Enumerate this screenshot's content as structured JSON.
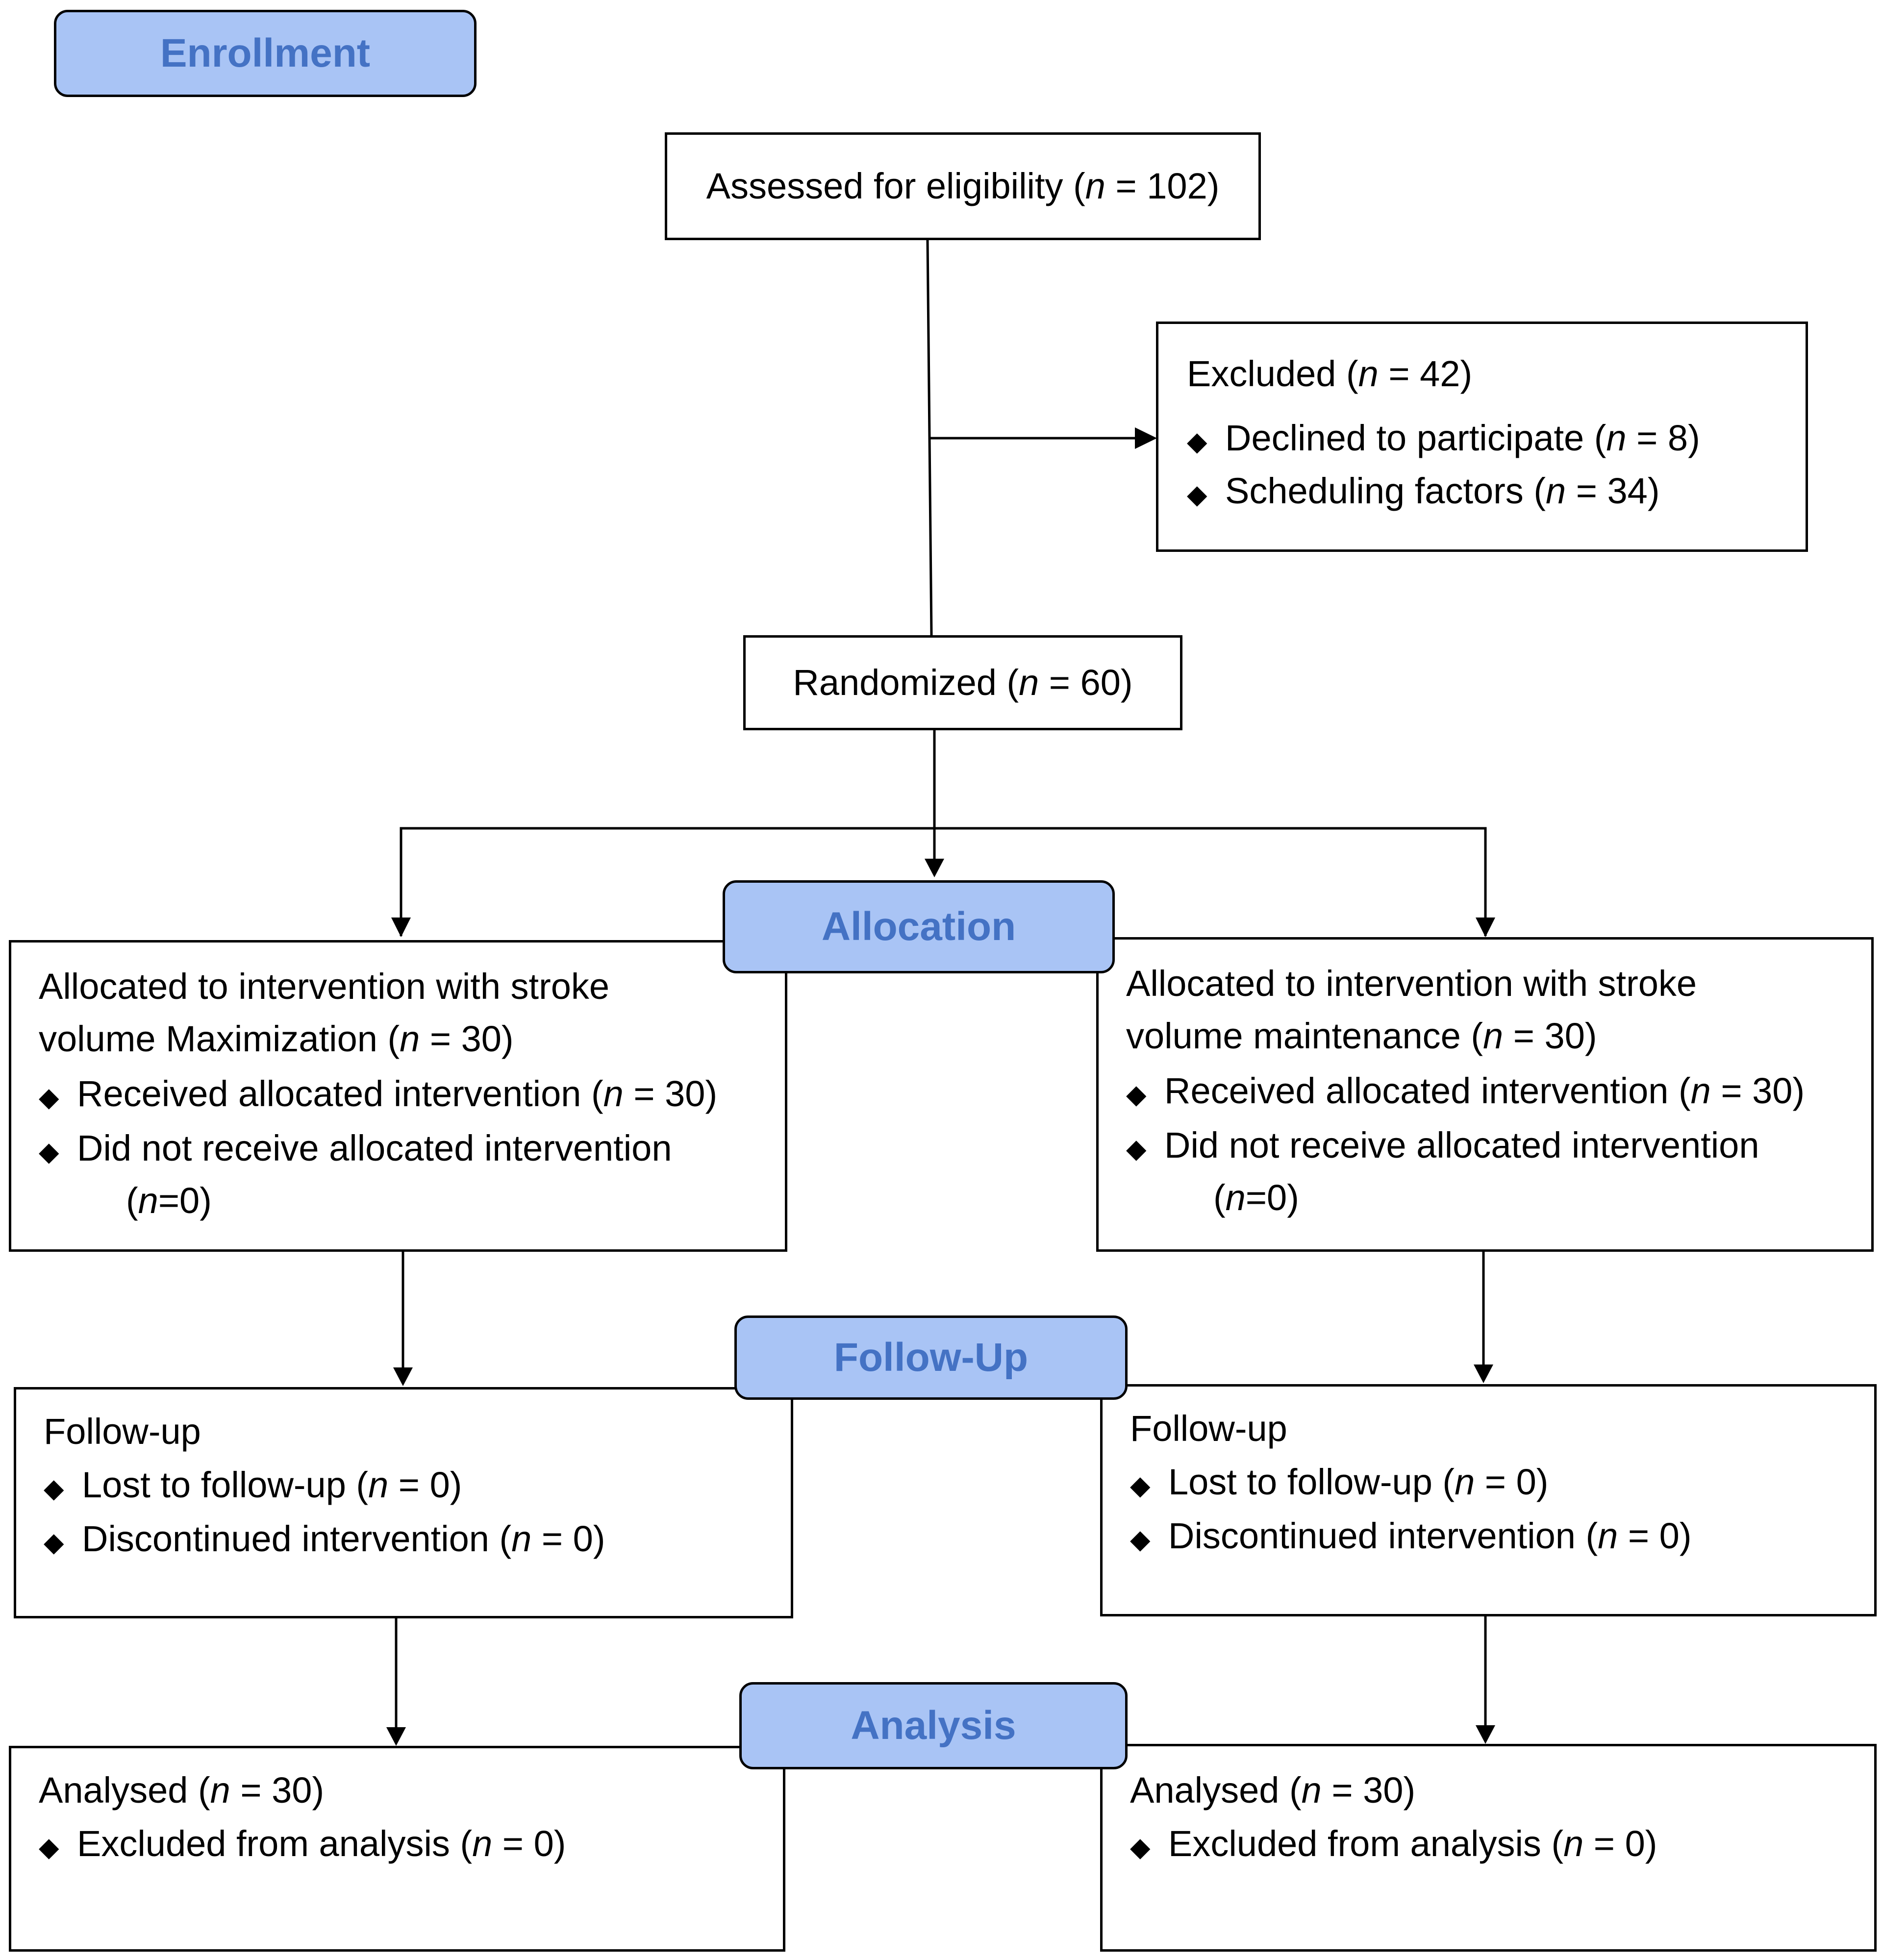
{
  "phases": {
    "enrollment": "Enrollment",
    "allocation": "Allocation",
    "followup": "Follow-Up",
    "analysis": "Analysis"
  },
  "assessed": {
    "text": "Assessed for eligibility",
    "n": "102"
  },
  "excluded": {
    "text": "Excluded",
    "n": "42",
    "items": [
      {
        "text": "Declined to participate",
        "n": "8"
      },
      {
        "text": "Scheduling factors",
        "n": "34"
      }
    ]
  },
  "randomized": {
    "text": "Randomized",
    "n": "60"
  },
  "left_arm": {
    "allocated_line1": "Allocated to intervention with stroke",
    "allocated_line2": "volume Maximization",
    "n": "30",
    "received": {
      "text": "Received allocated intervention",
      "n": "30"
    },
    "not_received": {
      "text": "Did not receive allocated intervention",
      "n": "0"
    },
    "followup_title": "Follow-up",
    "lost": {
      "text": "Lost to follow-up",
      "n": "0"
    },
    "discontinued": {
      "text": "Discontinued intervention",
      "n": "0"
    },
    "analysed": {
      "text": "Analysed",
      "n": "30"
    },
    "excluded_analysis": {
      "text": "Excluded from analysis",
      "n": "0"
    }
  },
  "right_arm": {
    "allocated_line1": "Allocated to intervention with stroke",
    "allocated_line2": "volume maintenance",
    "n": "30",
    "received": {
      "text": "Received allocated intervention",
      "n": "30"
    },
    "not_received": {
      "text": "Did not receive allocated intervention",
      "n": "0"
    },
    "followup_title": "Follow-up",
    "lost": {
      "text": "Lost to follow-up",
      "n": "0"
    },
    "discontinued": {
      "text": "Discontinued intervention",
      "n": "0"
    },
    "analysed": {
      "text": "Analysed",
      "n": "30"
    },
    "excluded_analysis": {
      "text": "Excluded from analysis",
      "n": "0"
    }
  }
}
